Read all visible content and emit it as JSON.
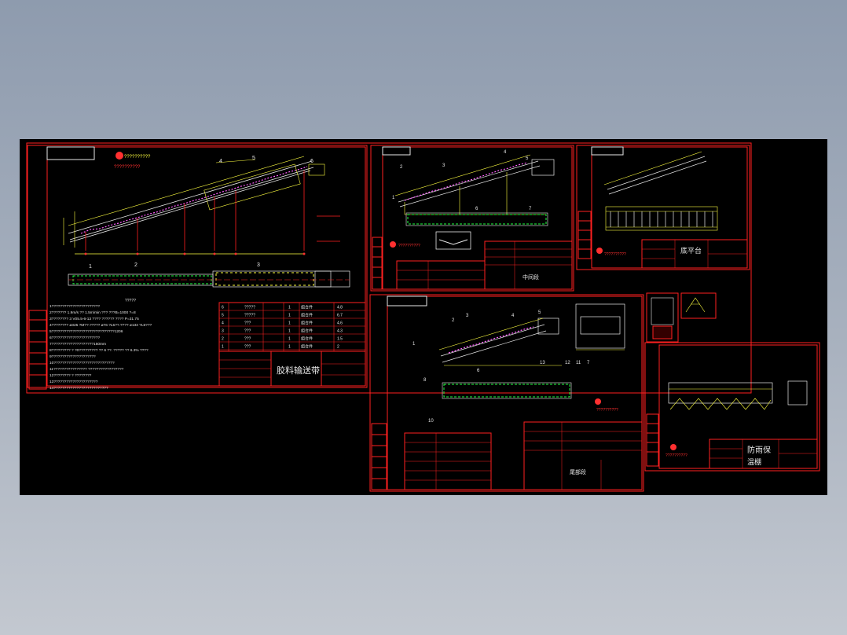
{
  "sheets": {
    "main": {
      "logo_text": "??????????",
      "title": "胶料输送带",
      "labels": [
        "5",
        "4",
        "6",
        "2",
        "1",
        "3"
      ],
      "notes": [
        "1???????????????????????",
        "2??????? 1.9m/s ?? 1.5m/min  ??? ???B=1000  ?=8",
        "3???????? 3 V05.5-6-13  ???? ?????? ????  P=31.75",
        "4???????? ø325 ?M??.?????  ø76 ?L5??.????  ø133 ?L5???",
        "5??????????????????????????????1206",
        "6???????????????????????",
        "7????????????????????150mm",
        "8????????? ? ?0????????? ?? 6 ??. ????? ?? 6.3% ????",
        "9?????????????????????",
        "10?????????????????????????????",
        "11????????????????  ?????????????????",
        "12???????? ? ????????",
        "13?????????????????????",
        "14??????????????????????????"
      ],
      "notes_heading": "?????",
      "bom_rows": [
        [
          "6",
          "?????",
          "1",
          "组合件",
          "4.8"
        ],
        [
          "5",
          "?????",
          "1",
          "组合件",
          "6.7"
        ],
        [
          "4",
          "???",
          "1",
          "组合件",
          "4.6"
        ],
        [
          "3",
          "???",
          "1",
          "组合件",
          "4.3"
        ],
        [
          "2",
          "???",
          "1",
          "组合件",
          "1.5"
        ],
        [
          "1",
          "???",
          "1",
          "组合件",
          "2"
        ]
      ]
    },
    "middle": {
      "title": "中间段",
      "labels": [
        "2",
        "3",
        "4",
        "5",
        "1",
        "6",
        "7"
      ],
      "logo_text": "??????????"
    },
    "base": {
      "title": "底平台",
      "logo_text": "??????????"
    },
    "tail": {
      "title": "尾部段",
      "labels": [
        "1",
        "2",
        "3",
        "4",
        "5",
        "6",
        "7",
        "11",
        "12",
        "13",
        "8",
        "10"
      ],
      "logo_text": "??????????"
    },
    "cover": {
      "title_line1": "防雨保",
      "title_line2": "温棚",
      "logo_text": "??????????"
    }
  },
  "colors": {
    "frame": "#ff2020",
    "dim": "#ffff40",
    "belt": "#20ff40",
    "detail": "#ff60ff",
    "struct": "#e8e8e8"
  }
}
